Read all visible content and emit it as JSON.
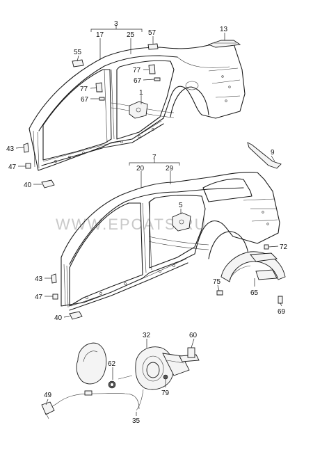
{
  "watermark": "WWW.EPCATS.RU",
  "callouts": {
    "c3": "3",
    "c17": "17",
    "c25": "25",
    "c57": "57",
    "c13": "13",
    "c55": "55",
    "c77a": "77",
    "c67a": "67",
    "c77b": "77",
    "c67b": "67",
    "c1": "1",
    "c43a": "43",
    "c47a": "47",
    "c40a": "40",
    "c9": "9",
    "c7": "7",
    "c20": "20",
    "c29": "29",
    "c5": "5",
    "c72": "72",
    "c43b": "43",
    "c75": "75",
    "c65": "65",
    "c47b": "47",
    "c69": "69",
    "c40b": "40",
    "c32": "32",
    "c60": "60",
    "c62": "62",
    "c79": "79",
    "c49": "49",
    "c35": "35"
  }
}
